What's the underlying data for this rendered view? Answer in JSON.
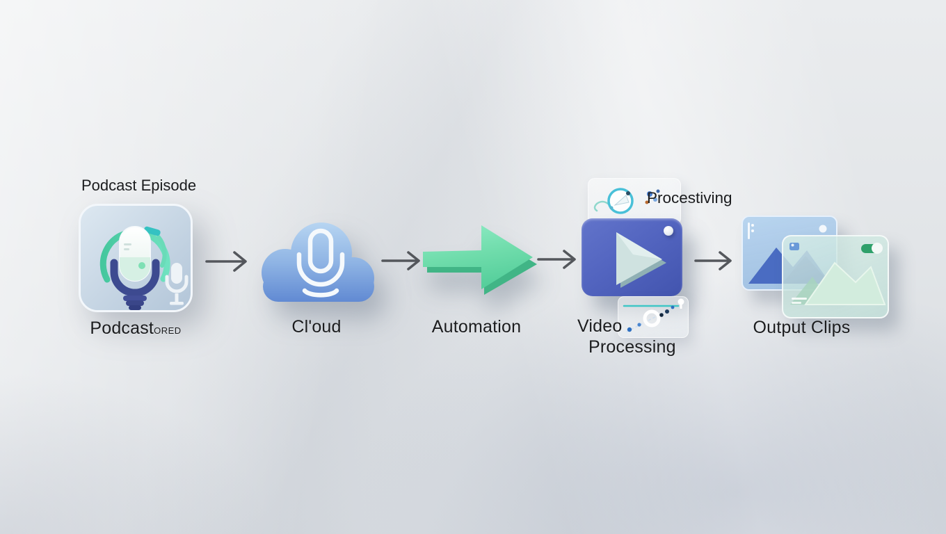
{
  "diagram": {
    "nodes": {
      "podcast": {
        "top_label": "Podcast Episode",
        "label": "Podcast",
        "label_suffix": "ORED"
      },
      "cloud": {
        "label": "Cl'oud"
      },
      "automation": {
        "label": "Automation"
      },
      "video": {
        "overlay_label": "Procestiving",
        "label_line1": "Video",
        "label_line2": "Processing"
      },
      "output": {
        "label": "Output Clips"
      }
    },
    "icons": {
      "podcast": "podcast-mic-tile-icon",
      "cloud": "cloud-mic-icon",
      "automation": "green-3d-arrow-icon",
      "video": "video-play-card-icon",
      "output": "stacked-image-cards-icon",
      "connector": "right-arrow-icon"
    },
    "colors": {
      "text": "#1b1c1e",
      "mint": "#6fdcab",
      "mint_dark": "#48bd8e",
      "teal_ring": "#53d6b4",
      "navy": "#3d4a90",
      "tile_blue": "#c9d8e7",
      "cloud_light": "#aecdee",
      "cloud_dark": "#6a93d8",
      "video_blue": "#5366c0",
      "play_face": "#c9dedc",
      "connector": "#54575c",
      "background": "#e2e5e8"
    }
  }
}
